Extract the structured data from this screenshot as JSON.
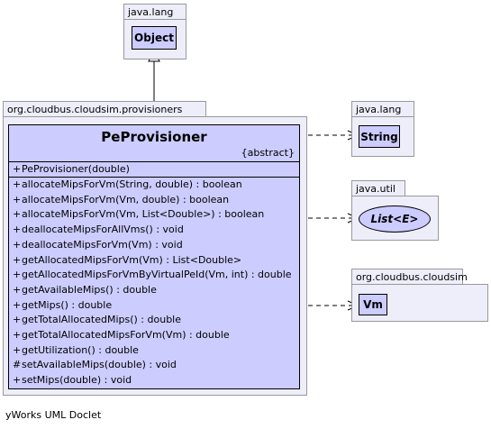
{
  "packages": {
    "java_lang_object": {
      "name": "java.lang",
      "class_name": "Object"
    },
    "provisioners": {
      "name": "org.cloudbus.cloudsim.provisioners"
    },
    "java_lang_string": {
      "name": "java.lang",
      "class_name": "String"
    },
    "java_util": {
      "name": "java.util",
      "interface_name": "List<E>"
    },
    "cloudsim": {
      "name": "org.cloudbus.cloudsim",
      "class_name": "Vm"
    }
  },
  "main_class": {
    "name": "PeProvisioner",
    "stereotype": "{abstract}",
    "constructors": [
      {
        "vis": "+",
        "sig": "PeProvisioner(double)"
      }
    ],
    "methods": [
      {
        "vis": "+",
        "sig": "allocateMipsForVm(String, double) : boolean"
      },
      {
        "vis": "+",
        "sig": "allocateMipsForVm(Vm, double) : boolean"
      },
      {
        "vis": "+",
        "sig": "allocateMipsForVm(Vm, List<Double>) : boolean"
      },
      {
        "vis": "+",
        "sig": "deallocateMipsForAllVms() : void"
      },
      {
        "vis": "+",
        "sig": "deallocateMipsForVm(Vm) : void"
      },
      {
        "vis": "+",
        "sig": "getAllocatedMipsForVm(Vm) : List<Double>"
      },
      {
        "vis": "+",
        "sig": "getAllocatedMipsForVmByVirtualPeId(Vm, int) : double"
      },
      {
        "vis": "+",
        "sig": "getAvailableMips() : double"
      },
      {
        "vis": "+",
        "sig": "getMips() : double"
      },
      {
        "vis": "+",
        "sig": "getTotalAllocatedMips() : double"
      },
      {
        "vis": "+",
        "sig": "getTotalAllocatedMipsForVm(Vm) : double"
      },
      {
        "vis": "+",
        "sig": "getUtilization() : double"
      },
      {
        "vis": "#",
        "sig": "setAvailableMips(double) : void"
      },
      {
        "vis": "+",
        "sig": "setMips(double) : void"
      }
    ]
  },
  "footer": "yWorks UML Doclet"
}
